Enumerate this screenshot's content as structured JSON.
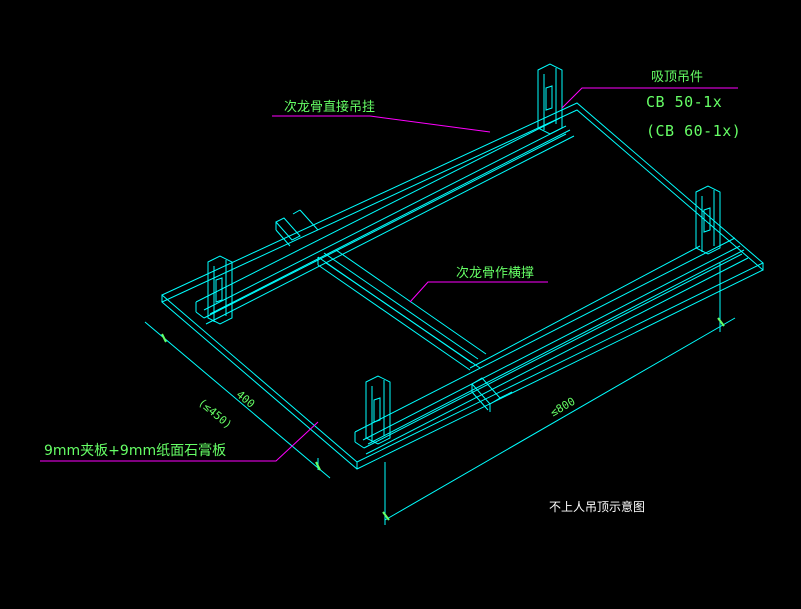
{
  "labels": {
    "ceiling_hanger": "吸顶吊件",
    "hanger_spec_1": "CB 50-1x",
    "hanger_spec_2": "(CB 60-1x)",
    "secondary_keel_direct": "次龙骨直接吊挂",
    "secondary_keel_brace": "次龙骨作横撑",
    "board_spec": "9mm夹板+9mm纸面石膏板",
    "title": "不上人吊顶示意图"
  },
  "dimensions": {
    "width": "400",
    "width_limit": "(≤450)",
    "length": "≤800"
  },
  "colors": {
    "background": "#000000",
    "structure": "#00ffff",
    "leader": "#ff00ff",
    "text_green": "#66ff66",
    "text_white": "#ffffff"
  }
}
